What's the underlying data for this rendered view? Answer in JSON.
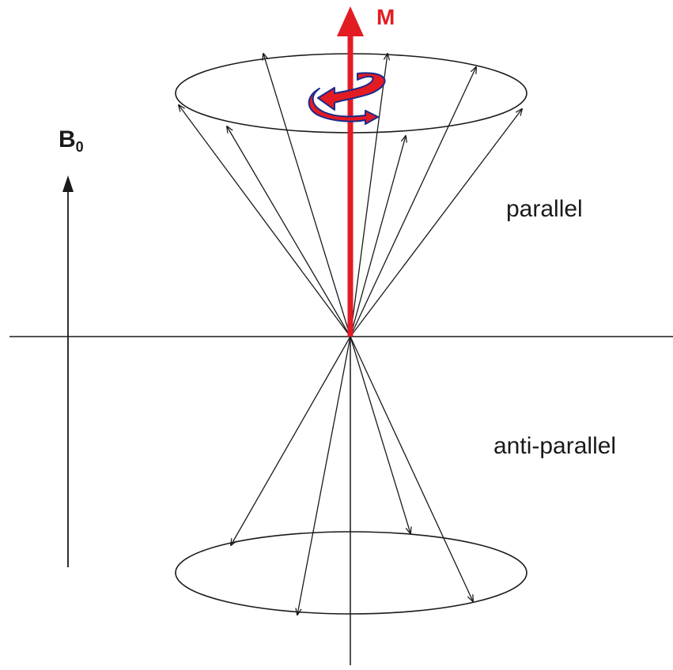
{
  "labels": {
    "b0_main": "B",
    "b0_sub": "0",
    "magnetization": "M",
    "parallel": "parallel",
    "anti_parallel": "anti-parallel"
  },
  "colors": {
    "line": "#1a1a1a",
    "magnetization": "#e31b23",
    "rotation_fill": "#e31b23",
    "rotation_outline": "#1a2a8c"
  }
}
